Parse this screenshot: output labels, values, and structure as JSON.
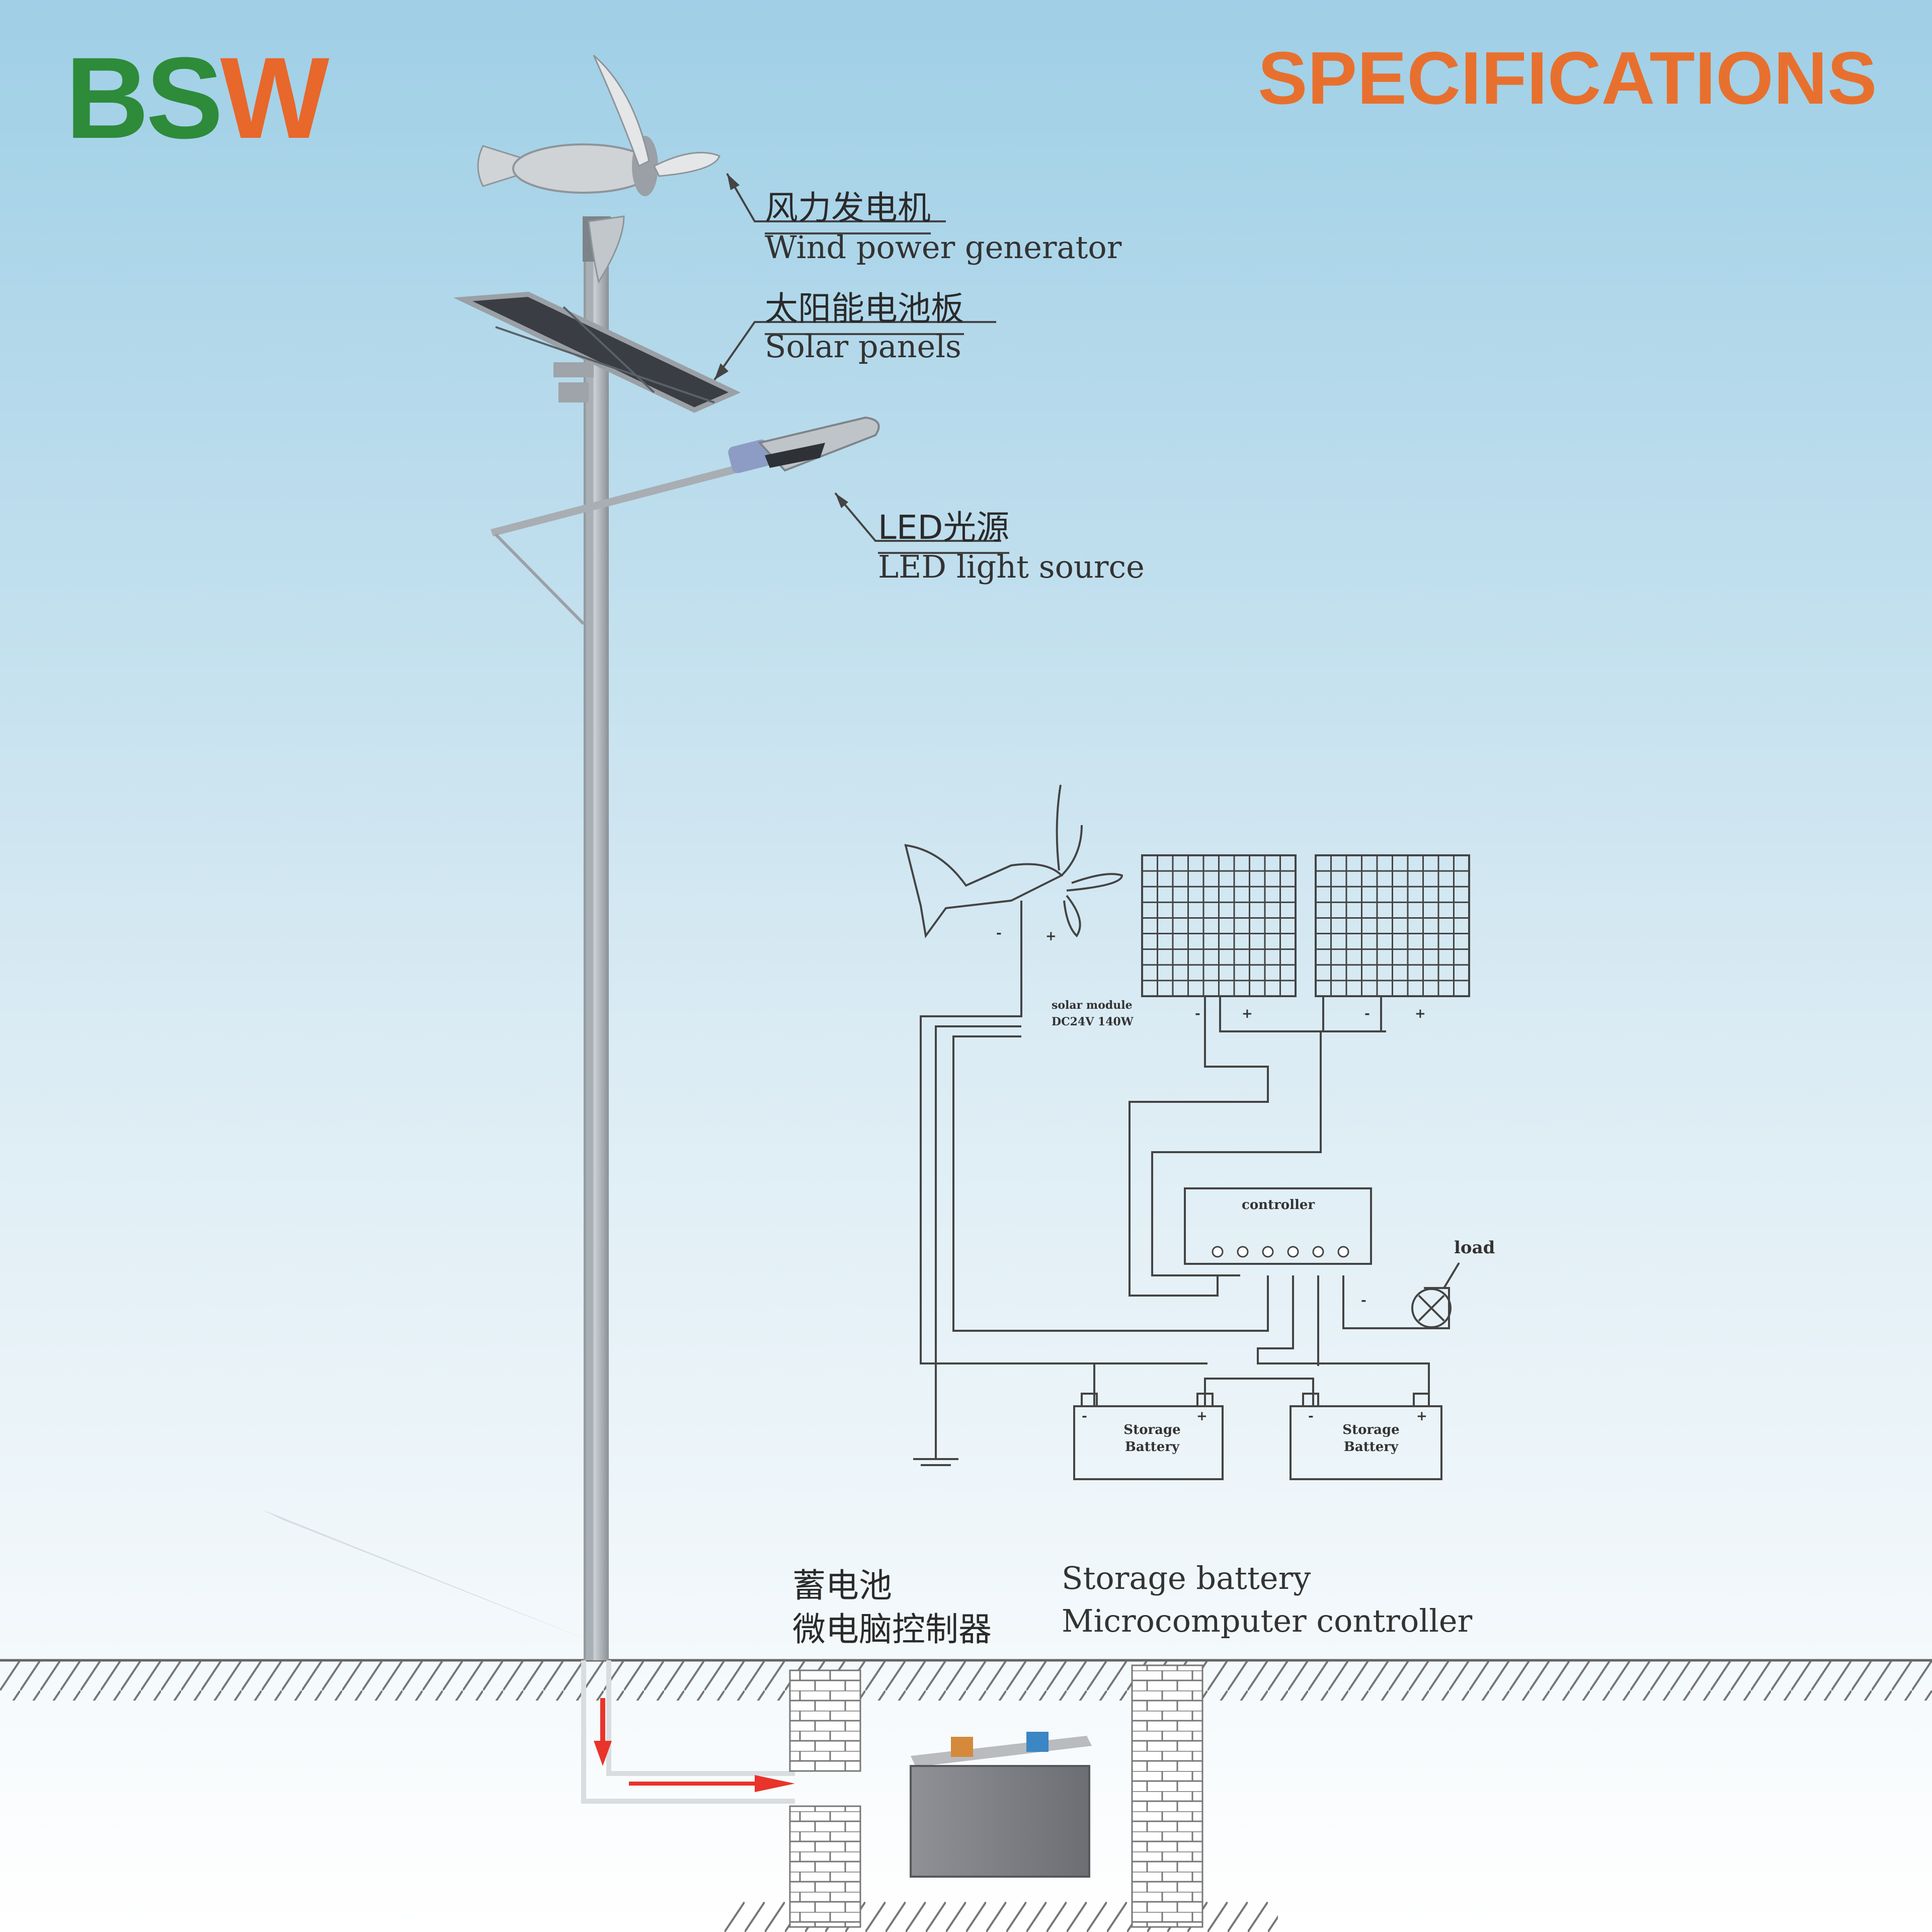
{
  "brand": {
    "logo_part1": "BS",
    "logo_part2": "W",
    "logo_color_green": "#2e8b3a",
    "logo_color_orange": "#e8672b"
  },
  "heading": {
    "title": "SPECIFICATIONS",
    "color": "#e8702e"
  },
  "labels": {
    "wind_cn": "风力发电机",
    "wind_en": "Wind power generator",
    "solar_cn": "太阳能电池板",
    "solar_en": "Solar panels",
    "led_cn": "LED光源",
    "led_en": "LED light source",
    "battery_cn": "蓄电池",
    "controller_cn": "微电脑控制器",
    "battery_en": "Storage battery",
    "controller_en": "Microcomputer controller"
  },
  "wiring": {
    "minus": "-",
    "plus": "+",
    "solar_module_line1": "solar module",
    "solar_module_line2": "DC24V 140W",
    "controller": "controller",
    "load": "load",
    "battery_line1": "Storage",
    "battery_line2": "Battery"
  },
  "colors": {
    "sky_top": "#9fcfe6",
    "sky_bottom": "#ffffff",
    "arrow": "#e8342a"
  }
}
